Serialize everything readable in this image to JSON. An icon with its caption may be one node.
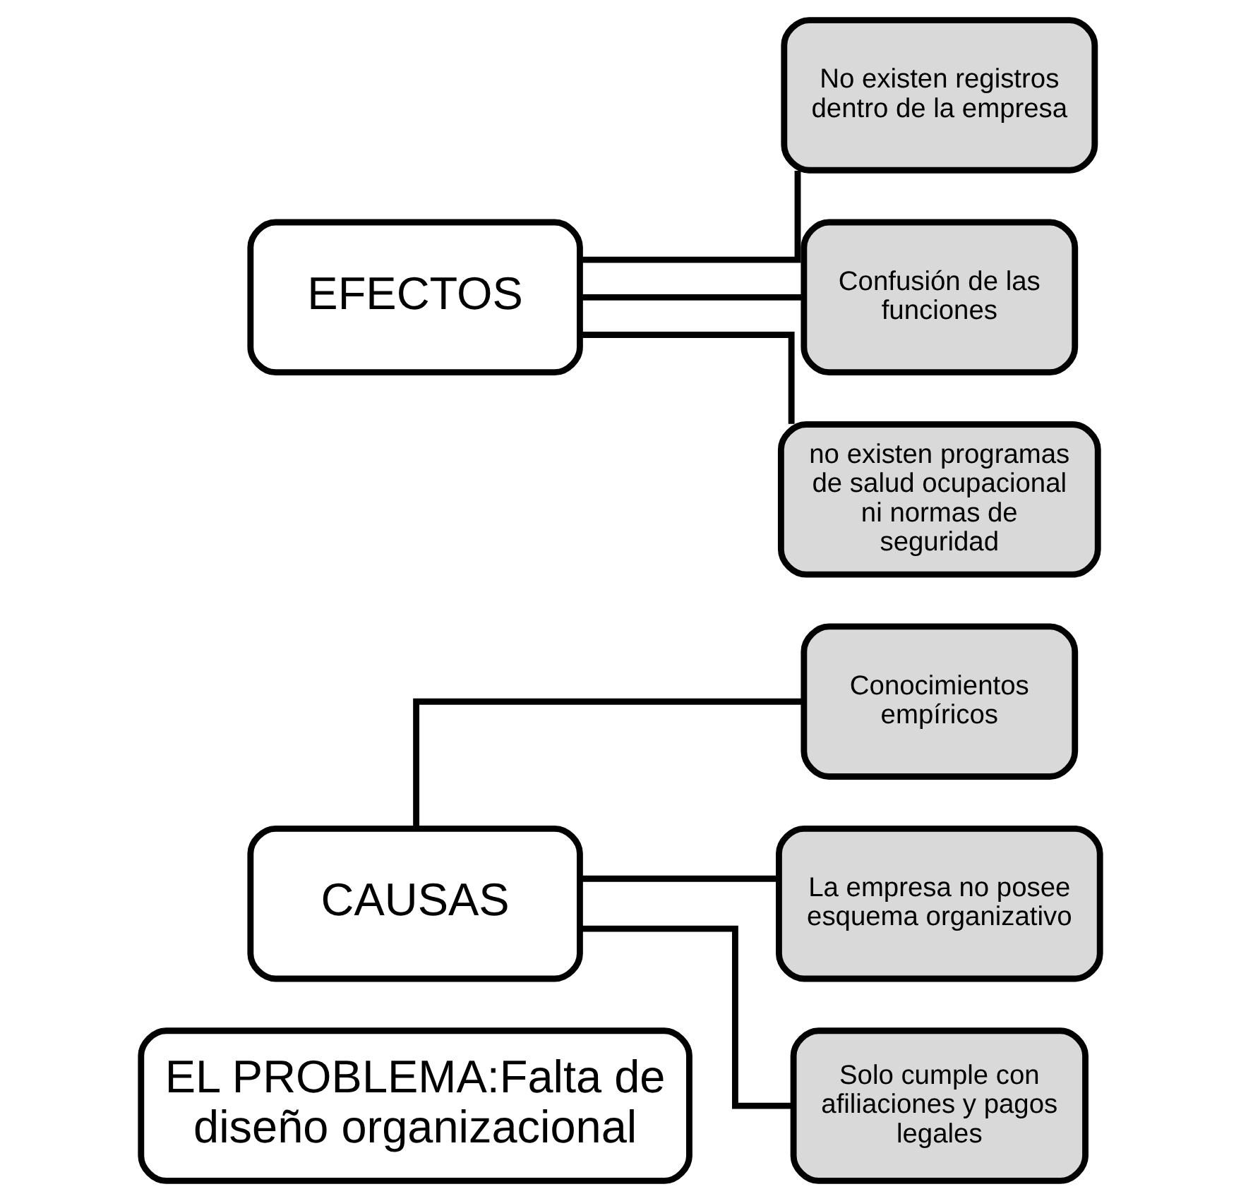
{
  "diagram": {
    "nodes": [
      {
        "text": [
          "EL PROBLEMA:Falta de diseño organizacional"
        ]
      },
      {
        "text": [
          "CAUSAS"
        ]
      },
      {
        "text": [
          "Conocimientos empíricos"
        ]
      },
      {
        "text": [
          "La empresa no posee esquema organizativo"
        ]
      },
      {
        "text": [
          "Solo cumple con afiliaciones y pagos legales"
        ]
      },
      {
        "text": [
          "EFECTOS"
        ]
      },
      {
        "text": [
          "No existen registros dentro de la empresa"
        ]
      },
      {
        "text": [
          "Confusión de las funciones"
        ]
      },
      {
        "text": [
          "no existen programas de salud ocupacional ni normas de seguridad"
        ]
      }
    ],
    "edges": [
      {
        "from": 1,
        "to": 2,
        "arrow": "none"
      },
      {
        "from": 1,
        "to": 3,
        "arrow": "none"
      },
      {
        "from": 1,
        "to": 4,
        "arrow": "none"
      },
      {
        "from": 5,
        "to": 6,
        "arrow": "none"
      },
      {
        "from": 5,
        "to": 7,
        "arrow": "none"
      },
      {
        "from": 5,
        "to": 8,
        "arrow": "none"
      }
    ]
  }
}
